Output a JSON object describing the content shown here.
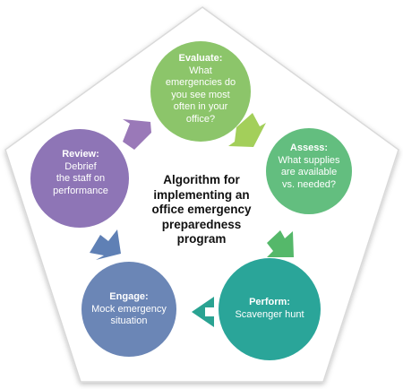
{
  "center": {
    "title": "Algorithm for\nimplementing an\noffice emergency\npreparedness\nprogram"
  },
  "steps": [
    {
      "title": "Evaluate:",
      "body": "What\nemergencies do\nyou see most\noften in your\noffice?",
      "color": "#8cc56a"
    },
    {
      "title": "Assess:",
      "body": "What supplies\nare available\nvs. needed?",
      "color": "#63be7f"
    },
    {
      "title": "Perform:",
      "body": "Scavenger hunt",
      "color": "#2aa599"
    },
    {
      "title": "Engage:",
      "body": "Mock emergency\nsituation",
      "color": "#6b86b6"
    },
    {
      "title": "Review:",
      "body": "Debrief\nthe staff on\nperformance",
      "color": "#8e75b6"
    }
  ],
  "colors": {
    "pentagon_fill": "#ffffff",
    "pentagon_stroke": "#d9d9d9",
    "text_dark": "#111111",
    "arrow_evaluate_to_assess": "#a3cf5a",
    "arrow_assess_to_perform": "#55b86a",
    "arrow_perform_to_engage": "#2aa392",
    "arrow_engage_to_review": "#5f80b5",
    "arrow_review_to_evaluate": "#9a79b8"
  }
}
